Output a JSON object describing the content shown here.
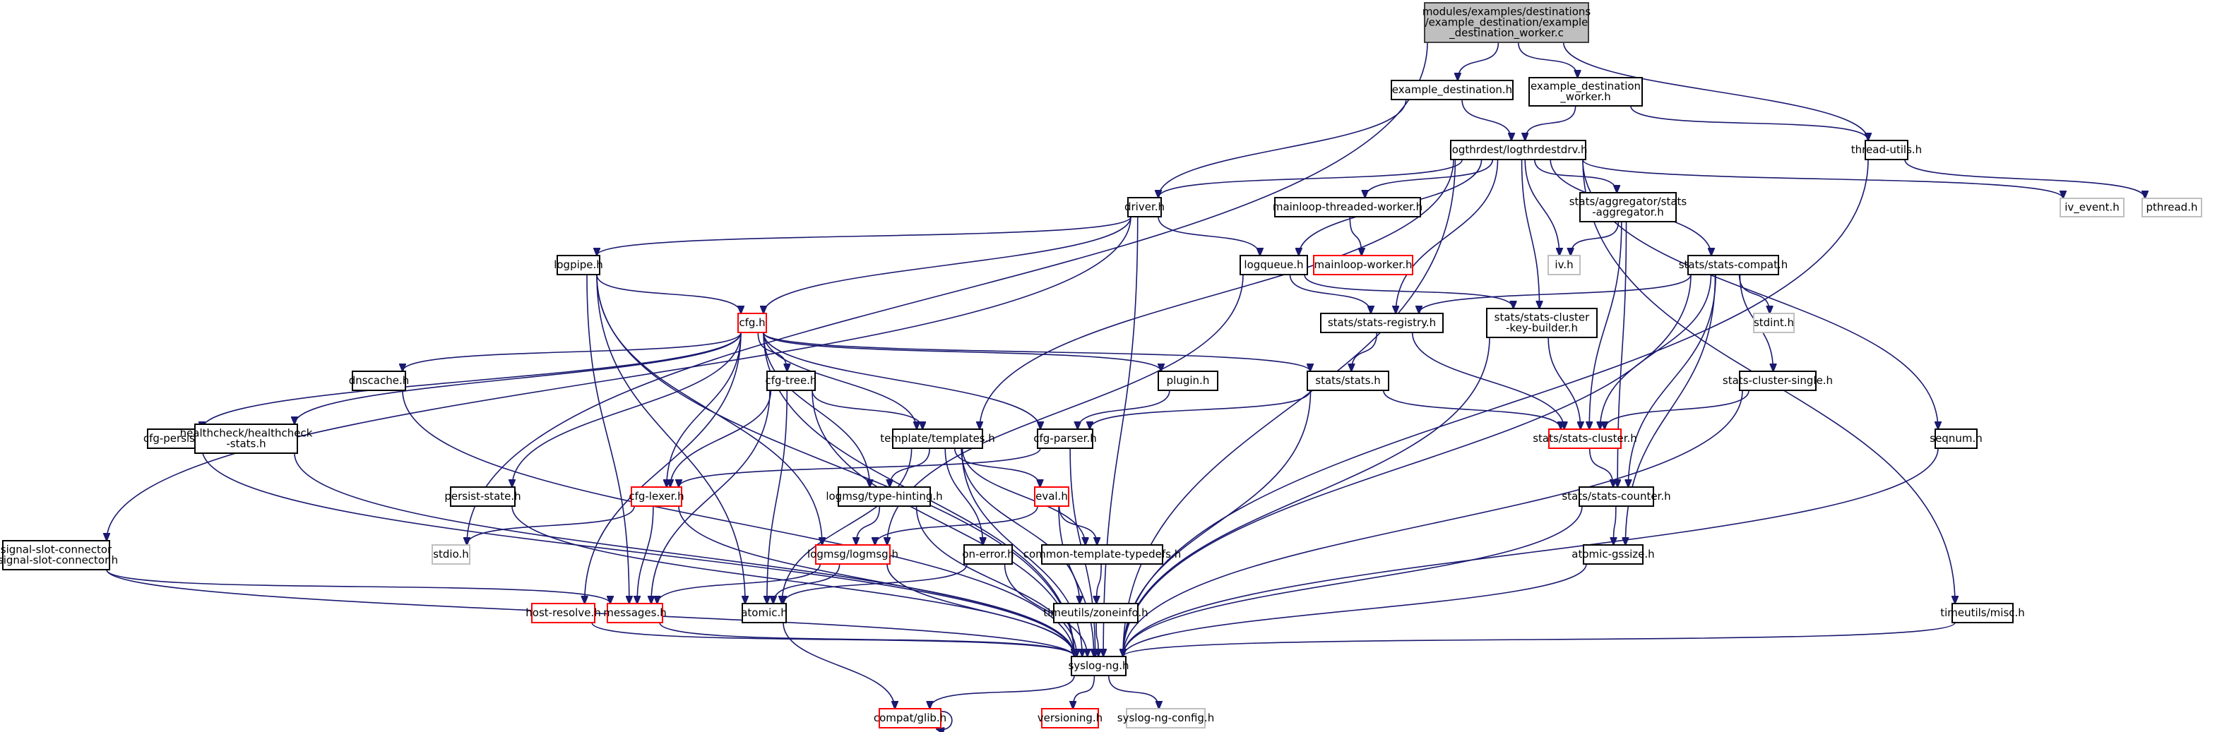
{
  "graph": {
    "title": "modules/examples/destinations/example_destination/example_destination_worker.c",
    "colors": {
      "edge": "#191970",
      "root_fill": "#bfbfbf",
      "border_normal": "#000000",
      "border_truncated": "#ff0000",
      "border_external": "#bfbfbf"
    },
    "nodes": [
      {
        "id": "root",
        "lines": [
          "modules/examples/destinations",
          "/example_destination/example",
          "_destination_worker.c"
        ],
        "kind": "root"
      },
      {
        "id": "example_destination_h",
        "lines": [
          "example_destination.h"
        ],
        "kind": "normal"
      },
      {
        "id": "example_destination_worker_h",
        "lines": [
          "example_destination",
          "_worker.h"
        ],
        "kind": "normal"
      },
      {
        "id": "logthrdestdrv_h",
        "lines": [
          "logthrdest/logthrdestdrv.h"
        ],
        "kind": "normal"
      },
      {
        "id": "thread_utils_h",
        "lines": [
          "thread-utils.h"
        ],
        "kind": "normal"
      },
      {
        "id": "driver_h",
        "lines": [
          "driver.h"
        ],
        "kind": "normal"
      },
      {
        "id": "mainloop_threaded_worker_h",
        "lines": [
          "mainloop-threaded-worker.h"
        ],
        "kind": "normal"
      },
      {
        "id": "stats_aggregator_h",
        "lines": [
          "stats/aggregator/stats",
          "-aggregator.h"
        ],
        "kind": "normal"
      },
      {
        "id": "iv_event_h",
        "lines": [
          "iv_event.h"
        ],
        "kind": "external"
      },
      {
        "id": "pthread_h",
        "lines": [
          "pthread.h"
        ],
        "kind": "external"
      },
      {
        "id": "logpipe_h",
        "lines": [
          "logpipe.h"
        ],
        "kind": "normal"
      },
      {
        "id": "logqueue_h",
        "lines": [
          "logqueue.h"
        ],
        "kind": "normal"
      },
      {
        "id": "mainloop_worker_h",
        "lines": [
          "mainloop-worker.h"
        ],
        "kind": "truncated"
      },
      {
        "id": "iv_h",
        "lines": [
          "iv.h"
        ],
        "kind": "external"
      },
      {
        "id": "stats_compat_h",
        "lines": [
          "stats/stats-compat.h"
        ],
        "kind": "normal"
      },
      {
        "id": "cfg_h",
        "lines": [
          "cfg.h"
        ],
        "kind": "truncated"
      },
      {
        "id": "stats_registry_h",
        "lines": [
          "stats/stats-registry.h"
        ],
        "kind": "normal"
      },
      {
        "id": "stats_cluster_key_builder_h",
        "lines": [
          "stats/stats-cluster",
          "-key-builder.h"
        ],
        "kind": "normal"
      },
      {
        "id": "stdint_h",
        "lines": [
          "stdint.h"
        ],
        "kind": "external"
      },
      {
        "id": "dnscache_h",
        "lines": [
          "dnscache.h"
        ],
        "kind": "normal"
      },
      {
        "id": "cfg_tree_h",
        "lines": [
          "cfg-tree.h"
        ],
        "kind": "normal"
      },
      {
        "id": "plugin_h",
        "lines": [
          "plugin.h"
        ],
        "kind": "normal"
      },
      {
        "id": "stats_h",
        "lines": [
          "stats/stats.h"
        ],
        "kind": "normal"
      },
      {
        "id": "stats_cluster_single_h",
        "lines": [
          "stats-cluster-single.h"
        ],
        "kind": "normal"
      },
      {
        "id": "cfg_persist_h",
        "lines": [
          "cfg-persist.h"
        ],
        "kind": "normal"
      },
      {
        "id": "healthcheck_h",
        "lines": [
          "healthcheck/healthcheck",
          "-stats.h"
        ],
        "kind": "normal"
      },
      {
        "id": "templates_h",
        "lines": [
          "template/templates.h"
        ],
        "kind": "normal"
      },
      {
        "id": "cfg_parser_h",
        "lines": [
          "cfg-parser.h"
        ],
        "kind": "normal"
      },
      {
        "id": "stats_cluster_h",
        "lines": [
          "stats/stats-cluster.h"
        ],
        "kind": "truncated"
      },
      {
        "id": "seqnum_h",
        "lines": [
          "seqnum.h"
        ],
        "kind": "normal"
      },
      {
        "id": "persist_state_h",
        "lines": [
          "persist-state.h"
        ],
        "kind": "normal"
      },
      {
        "id": "cfg_lexer_h",
        "lines": [
          "cfg-lexer.h"
        ],
        "kind": "truncated"
      },
      {
        "id": "type_hinting_h",
        "lines": [
          "logmsg/type-hinting.h"
        ],
        "kind": "normal"
      },
      {
        "id": "eval_h",
        "lines": [
          "eval.h"
        ],
        "kind": "truncated"
      },
      {
        "id": "stats_counter_h",
        "lines": [
          "stats/stats-counter.h"
        ],
        "kind": "normal"
      },
      {
        "id": "signal_slot_connector_h",
        "lines": [
          "signal-slot-connector",
          "/signal-slot-connector.h"
        ],
        "kind": "normal"
      },
      {
        "id": "stdio_h",
        "lines": [
          "stdio.h"
        ],
        "kind": "external"
      },
      {
        "id": "logmsg_h",
        "lines": [
          "logmsg/logmsg.h"
        ],
        "kind": "truncated"
      },
      {
        "id": "on_error_h",
        "lines": [
          "on-error.h"
        ],
        "kind": "normal"
      },
      {
        "id": "common_template_typedefs_h",
        "lines": [
          "common-template-typedefs.h"
        ],
        "kind": "normal"
      },
      {
        "id": "atomic_gssize_h",
        "lines": [
          "atomic-gssize.h"
        ],
        "kind": "normal"
      },
      {
        "id": "host_resolve_h",
        "lines": [
          "host-resolve.h"
        ],
        "kind": "truncated"
      },
      {
        "id": "messages_h",
        "lines": [
          "messages.h"
        ],
        "kind": "truncated"
      },
      {
        "id": "atomic_h",
        "lines": [
          "atomic.h"
        ],
        "kind": "normal"
      },
      {
        "id": "zoneinfo_h",
        "lines": [
          "timeutils/zoneinfo.h"
        ],
        "kind": "normal"
      },
      {
        "id": "timeutils_misc_h",
        "lines": [
          "timeutils/misc.h"
        ],
        "kind": "normal"
      },
      {
        "id": "syslog_ng_h",
        "lines": [
          "syslog-ng.h"
        ],
        "kind": "normal"
      },
      {
        "id": "compat_glib_h",
        "lines": [
          "compat/glib.h"
        ],
        "kind": "truncated"
      },
      {
        "id": "versioning_h",
        "lines": [
          "versioning.h"
        ],
        "kind": "truncated"
      },
      {
        "id": "syslog_ng_config_h",
        "lines": [
          "syslog-ng-config.h"
        ],
        "kind": "external"
      }
    ],
    "edges": [
      [
        "root",
        "example_destination_h"
      ],
      [
        "root",
        "example_destination_worker_h"
      ],
      [
        "root",
        "thread_utils_h"
      ],
      [
        "root",
        "stdio_h"
      ],
      [
        "example_destination_h",
        "logthrdestdrv_h"
      ],
      [
        "example_destination_h",
        "driver_h"
      ],
      [
        "example_destination_worker_h",
        "logthrdestdrv_h"
      ],
      [
        "example_destination_worker_h",
        "thread_utils_h"
      ],
      [
        "logthrdestdrv_h",
        "driver_h"
      ],
      [
        "logthrdestdrv_h",
        "mainloop_threaded_worker_h"
      ],
      [
        "logthrdestdrv_h",
        "logqueue_h"
      ],
      [
        "logthrdestdrv_h",
        "stats_aggregator_h"
      ],
      [
        "logthrdestdrv_h",
        "iv_h"
      ],
      [
        "logthrdestdrv_h",
        "stats_compat_h"
      ],
      [
        "logthrdestdrv_h",
        "iv_event_h"
      ],
      [
        "logthrdestdrv_h",
        "seqnum_h"
      ],
      [
        "logthrdestdrv_h",
        "timeutils_misc_h"
      ],
      [
        "logthrdestdrv_h",
        "stats_registry_h"
      ],
      [
        "logthrdestdrv_h",
        "stats_cluster_key_builder_h"
      ],
      [
        "logthrdestdrv_h",
        "templates_h"
      ],
      [
        "logthrdestdrv_h",
        "syslog_ng_h"
      ],
      [
        "thread_utils_h",
        "pthread_h"
      ],
      [
        "thread_utils_h",
        "syslog_ng_h"
      ],
      [
        "driver_h",
        "logpipe_h"
      ],
      [
        "driver_h",
        "cfg_h"
      ],
      [
        "driver_h",
        "logqueue_h"
      ],
      [
        "driver_h",
        "signal_slot_connector_h"
      ],
      [
        "driver_h",
        "syslog_ng_h"
      ],
      [
        "mainloop_threaded_worker_h",
        "mainloop_worker_h"
      ],
      [
        "stats_aggregator_h",
        "iv_h"
      ],
      [
        "stats_aggregator_h",
        "stats_cluster_h"
      ],
      [
        "stats_aggregator_h",
        "stats_counter_h"
      ],
      [
        "logpipe_h",
        "cfg_h"
      ],
      [
        "logpipe_h",
        "logmsg_h"
      ],
      [
        "logpipe_h",
        "messages_h"
      ],
      [
        "logpipe_h",
        "atomic_h"
      ],
      [
        "logpipe_h",
        "syslog_ng_h"
      ],
      [
        "logqueue_h",
        "stats_registry_h"
      ],
      [
        "logqueue_h",
        "stats_cluster_key_builder_h"
      ],
      [
        "logqueue_h",
        "logmsg_h"
      ],
      [
        "stats_compat_h",
        "stats_registry_h"
      ],
      [
        "stats_compat_h",
        "stdint_h"
      ],
      [
        "stats_compat_h",
        "stats_cluster_single_h"
      ],
      [
        "stats_compat_h",
        "stats_cluster_h"
      ],
      [
        "stats_compat_h",
        "stats_counter_h"
      ],
      [
        "stats_compat_h",
        "atomic_gssize_h"
      ],
      [
        "stats_compat_h",
        "syslog_ng_h"
      ],
      [
        "cfg_h",
        "dnscache_h"
      ],
      [
        "cfg_h",
        "cfg_tree_h"
      ],
      [
        "cfg_h",
        "plugin_h"
      ],
      [
        "cfg_h",
        "stats_h"
      ],
      [
        "cfg_h",
        "cfg_persist_h"
      ],
      [
        "cfg_h",
        "healthcheck_h"
      ],
      [
        "cfg_h",
        "templates_h"
      ],
      [
        "cfg_h",
        "cfg_parser_h"
      ],
      [
        "cfg_h",
        "persist_state_h"
      ],
      [
        "cfg_h",
        "cfg_lexer_h"
      ],
      [
        "cfg_h",
        "type_hinting_h"
      ],
      [
        "cfg_h",
        "host_resolve_h"
      ],
      [
        "cfg_h",
        "syslog_ng_h"
      ],
      [
        "stats_registry_h",
        "stats_h"
      ],
      [
        "stats_registry_h",
        "stats_cluster_h"
      ],
      [
        "stats_cluster_key_builder_h",
        "stats_cluster_h"
      ],
      [
        "stats_cluster_key_builder_h",
        "syslog_ng_h"
      ],
      [
        "cfg_tree_h",
        "templates_h"
      ],
      [
        "cfg_tree_h",
        "cfg_lexer_h"
      ],
      [
        "cfg_tree_h",
        "messages_h"
      ],
      [
        "cfg_tree_h",
        "atomic_h"
      ],
      [
        "cfg_tree_h",
        "syslog_ng_h"
      ],
      [
        "plugin_h",
        "cfg_parser_h"
      ],
      [
        "stats_h",
        "cfg_parser_h"
      ],
      [
        "stats_h",
        "stats_cluster_h"
      ],
      [
        "stats_h",
        "syslog_ng_h"
      ],
      [
        "stats_cluster_single_h",
        "stats_cluster_h"
      ],
      [
        "stats_cluster_single_h",
        "syslog_ng_h"
      ],
      [
        "cfg_persist_h",
        "syslog_ng_h"
      ],
      [
        "healthcheck_h",
        "syslog_ng_h"
      ],
      [
        "dnscache_h",
        "syslog_ng_h"
      ],
      [
        "templates_h",
        "type_hinting_h"
      ],
      [
        "templates_h",
        "eval_h"
      ],
      [
        "templates_h",
        "on_error_h"
      ],
      [
        "templates_h",
        "common_template_typedefs_h"
      ],
      [
        "templates_h",
        "zoneinfo_h"
      ],
      [
        "templates_h",
        "atomic_h"
      ],
      [
        "templates_h",
        "syslog_ng_h"
      ],
      [
        "cfg_parser_h",
        "cfg_lexer_h"
      ],
      [
        "cfg_parser_h",
        "syslog_ng_h"
      ],
      [
        "stats_cluster_h",
        "stats_counter_h"
      ],
      [
        "seqnum_h",
        "syslog_ng_h"
      ],
      [
        "persist_state_h",
        "syslog_ng_h"
      ],
      [
        "cfg_lexer_h",
        "stdio_h"
      ],
      [
        "cfg_lexer_h",
        "messages_h"
      ],
      [
        "cfg_lexer_h",
        "syslog_ng_h"
      ],
      [
        "type_hinting_h",
        "logmsg_h"
      ],
      [
        "type_hinting_h",
        "syslog_ng_h"
      ],
      [
        "eval_h",
        "logmsg_h"
      ],
      [
        "eval_h",
        "common_template_typedefs_h"
      ],
      [
        "eval_h",
        "syslog_ng_h"
      ],
      [
        "stats_counter_h",
        "atomic_gssize_h"
      ],
      [
        "stats_counter_h",
        "syslog_ng_h"
      ],
      [
        "signal_slot_connector_h",
        "messages_h"
      ],
      [
        "signal_slot_connector_h",
        "syslog_ng_h"
      ],
      [
        "logmsg_h",
        "messages_h"
      ],
      [
        "logmsg_h",
        "atomic_h"
      ],
      [
        "logmsg_h",
        "syslog_ng_h"
      ],
      [
        "on_error_h",
        "atomic_h"
      ],
      [
        "on_error_h",
        "syslog_ng_h"
      ],
      [
        "common_template_typedefs_h",
        "zoneinfo_h"
      ],
      [
        "atomic_gssize_h",
        "syslog_ng_h"
      ],
      [
        "host_resolve_h",
        "syslog_ng_h"
      ],
      [
        "messages_h",
        "syslog_ng_h"
      ],
      [
        "atomic_h",
        "compat_glib_h"
      ],
      [
        "zoneinfo_h",
        "syslog_ng_h"
      ],
      [
        "timeutils_misc_h",
        "syslog_ng_h"
      ],
      [
        "syslog_ng_h",
        "compat_glib_h"
      ],
      [
        "syslog_ng_h",
        "versioning_h"
      ],
      [
        "syslog_ng_h",
        "syslog_ng_config_h"
      ],
      [
        "compat_glib_h",
        "compat_glib_h"
      ]
    ]
  }
}
